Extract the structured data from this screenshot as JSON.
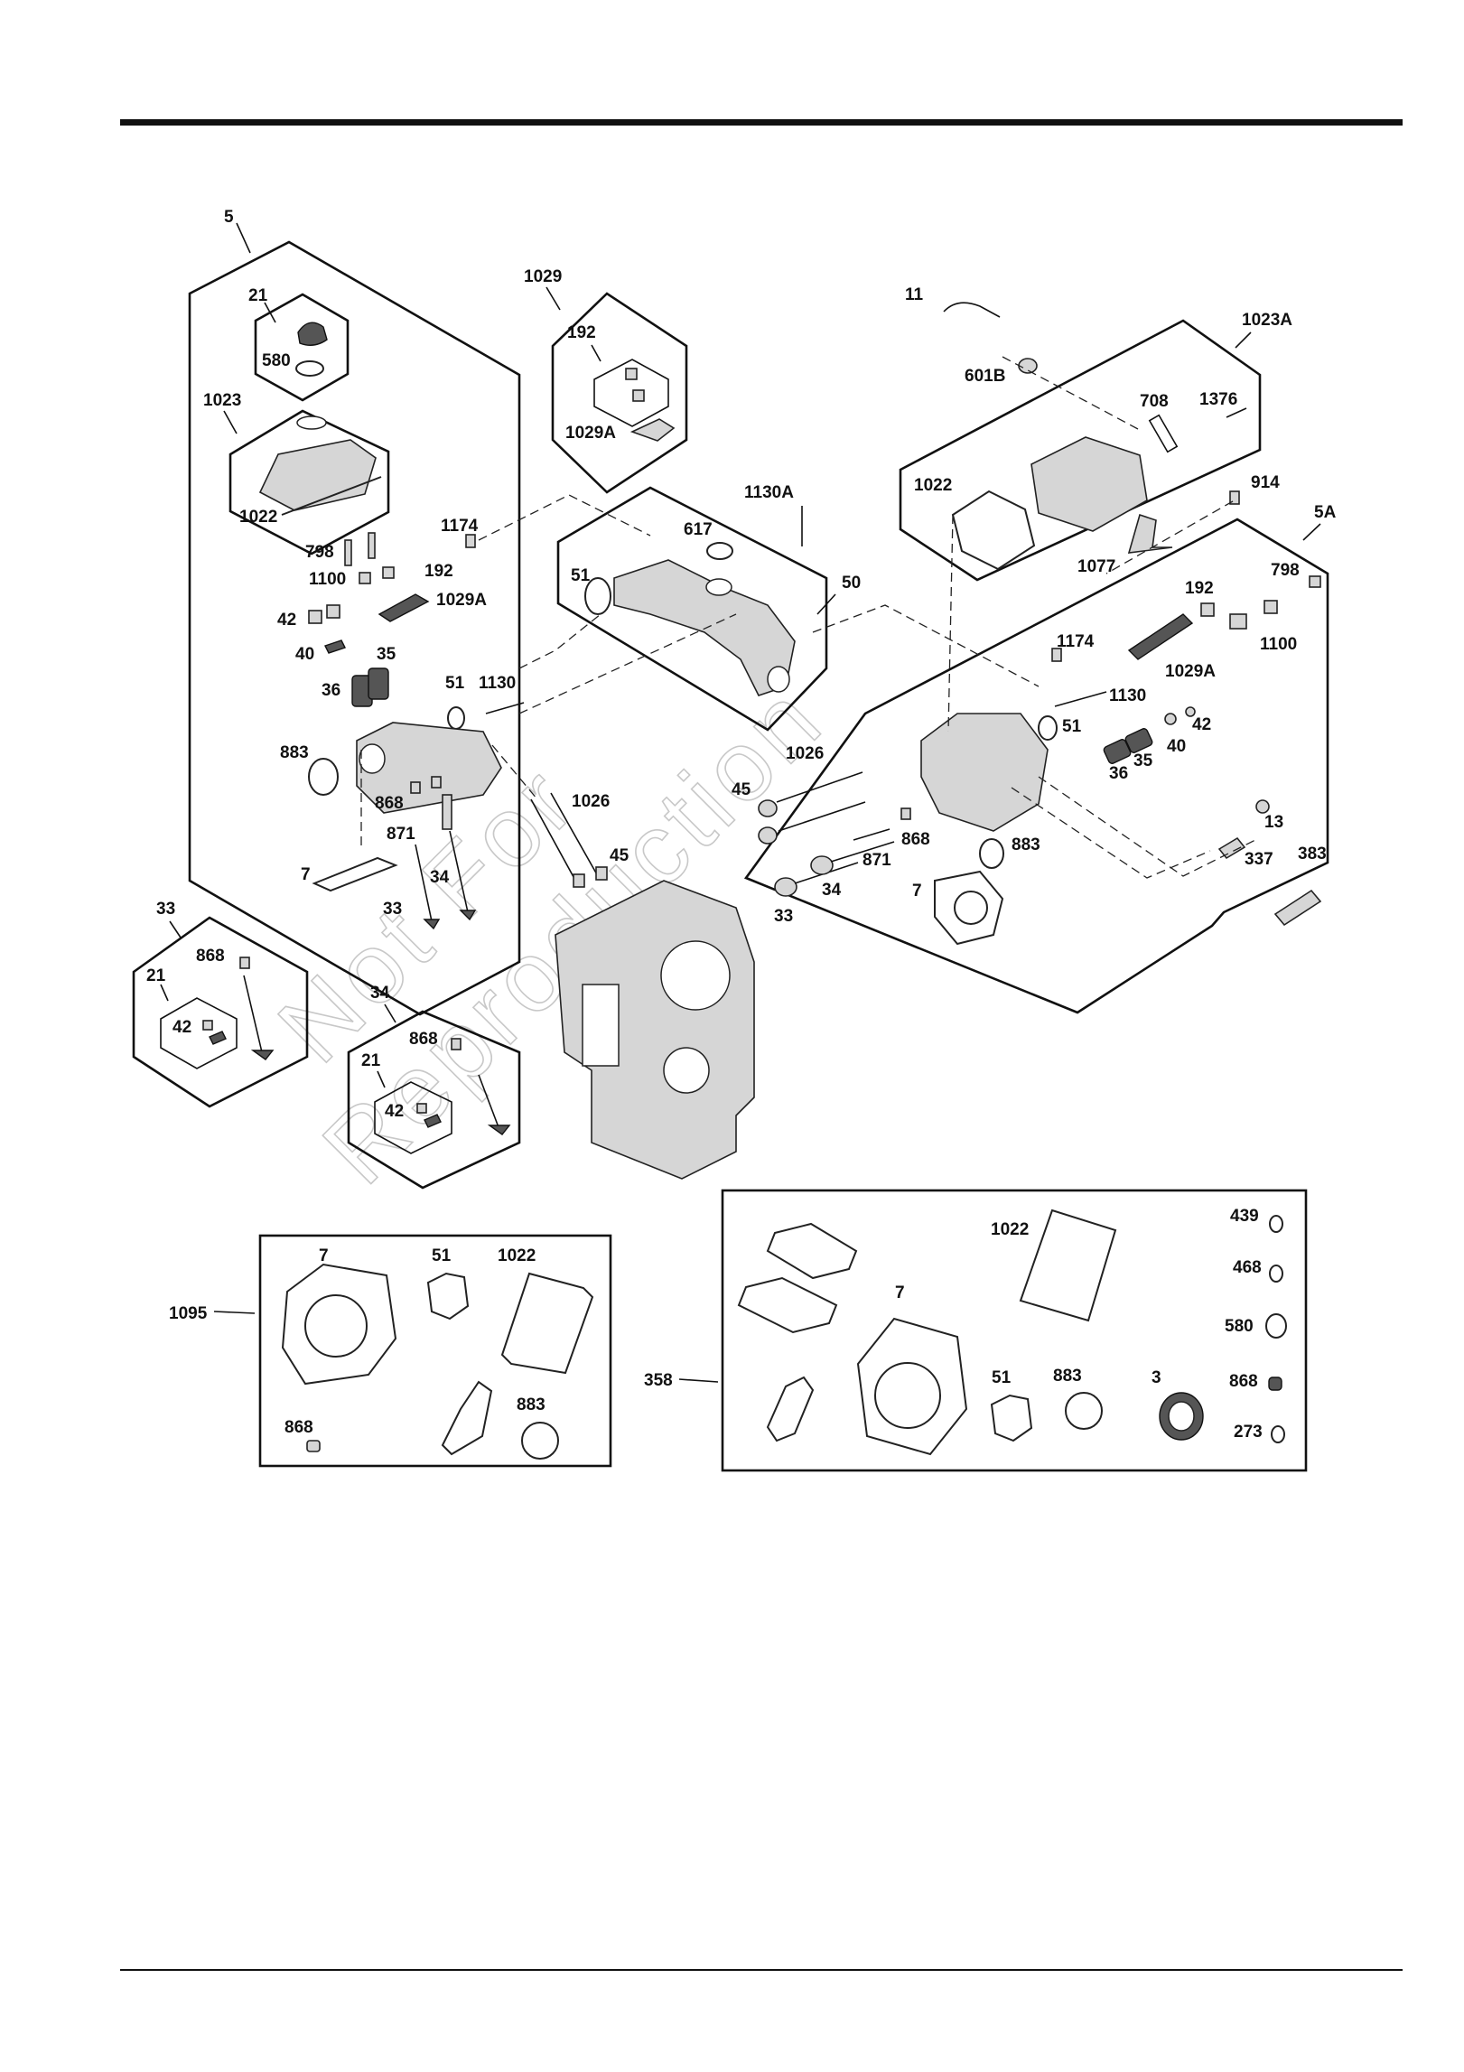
{
  "watermark": {
    "line1": "Not For",
    "line2": "Reproduction"
  },
  "colors": {
    "ink": "#111111",
    "part_fill": "#d6d6d6",
    "watermark": "#c8c8c8"
  },
  "callouts": {
    "c5": "5",
    "c21": "21",
    "c580": "580",
    "c1023": "1023",
    "c1022": "1022",
    "c1029": "1029",
    "c192": "192",
    "c1029A": "1029A",
    "c1174": "1174",
    "c798": "798",
    "c1100": "1100",
    "c192b": "192",
    "c1029Ab": "1029A",
    "c42": "42",
    "c40": "40",
    "c35": "35",
    "c36": "36",
    "c51": "51",
    "c1130": "1130",
    "c883": "883",
    "c868": "868",
    "c871": "871",
    "c7": "7",
    "c34": "34",
    "c33": "33",
    "c1026": "1026",
    "c45": "45",
    "c617": "617",
    "c1130A": "1130A",
    "c51b": "51",
    "c50": "50",
    "c11": "11",
    "c601B": "601B",
    "c1023A": "1023A",
    "c708": "708",
    "c1376": "1376",
    "c1022b": "1022",
    "c914": "914",
    "c1077": "1077",
    "c5A": "5A",
    "c192c": "192",
    "c798b": "798",
    "c1174b": "1174",
    "c1029Ac": "1029A",
    "c1100b": "1100",
    "c1130b": "1130",
    "c51c": "51",
    "c42b": "42",
    "c35b": "35",
    "c40b": "40",
    "c36b": "36",
    "c1026b": "1026",
    "c45b": "45",
    "c868b": "868",
    "c883b": "883",
    "c871b": "871",
    "c13": "13",
    "c337": "337",
    "c383": "383",
    "c33b": "33",
    "c34b": "34",
    "c7b": "7",
    "k33": "33",
    "k868": "868",
    "k21": "21",
    "k42": "42",
    "k34": "34",
    "k868b": "868",
    "k21b": "21",
    "k42b": "42",
    "g1095": "1095",
    "g7": "7",
    "g51": "51",
    "g1022": "1022",
    "g883": "883",
    "g868": "868",
    "g358": "358",
    "g1022b": "1022",
    "g7b": "7",
    "g51b": "51",
    "g883b": "883",
    "g3": "3",
    "g439": "439",
    "g468": "468",
    "g580": "580",
    "g868b": "868",
    "g273": "273"
  }
}
